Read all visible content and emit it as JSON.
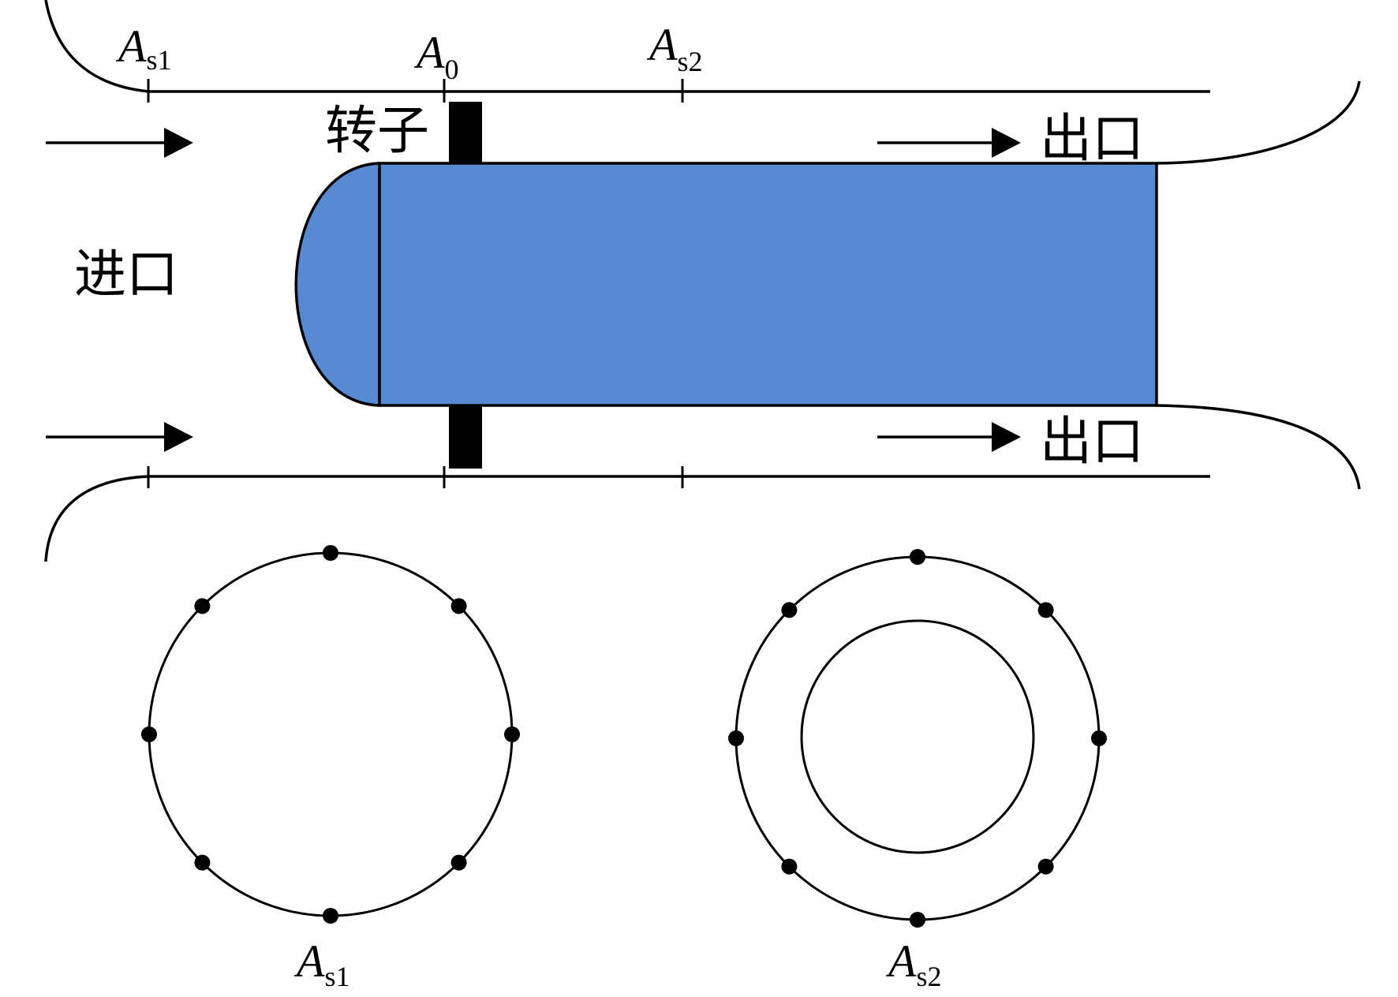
{
  "colors": {
    "line": "#000000",
    "hub_fill": "#568bd3",
    "rotor_blade": "#000000",
    "background": "#ffffff"
  },
  "labels": {
    "inlet": "进口",
    "outlet_top": "出口",
    "outlet_bottom": "出口",
    "rotor": "转子"
  },
  "stations": {
    "as1": {
      "symbol": "A",
      "subscript": "s1"
    },
    "a0": {
      "symbol": "A",
      "subscript": "0"
    },
    "as2": {
      "symbol": "A",
      "subscript": "s2"
    }
  },
  "sections": {
    "left": {
      "symbol": "A",
      "subscript": "s1",
      "probe_count": 8,
      "has_inner_circle": false
    },
    "right": {
      "symbol": "A",
      "subscript": "s2",
      "probe_count": 8,
      "has_inner_circle": true
    }
  },
  "icons": {
    "flow_arrow": "right-arrow-icon",
    "probe": "measurement-point-dot"
  }
}
